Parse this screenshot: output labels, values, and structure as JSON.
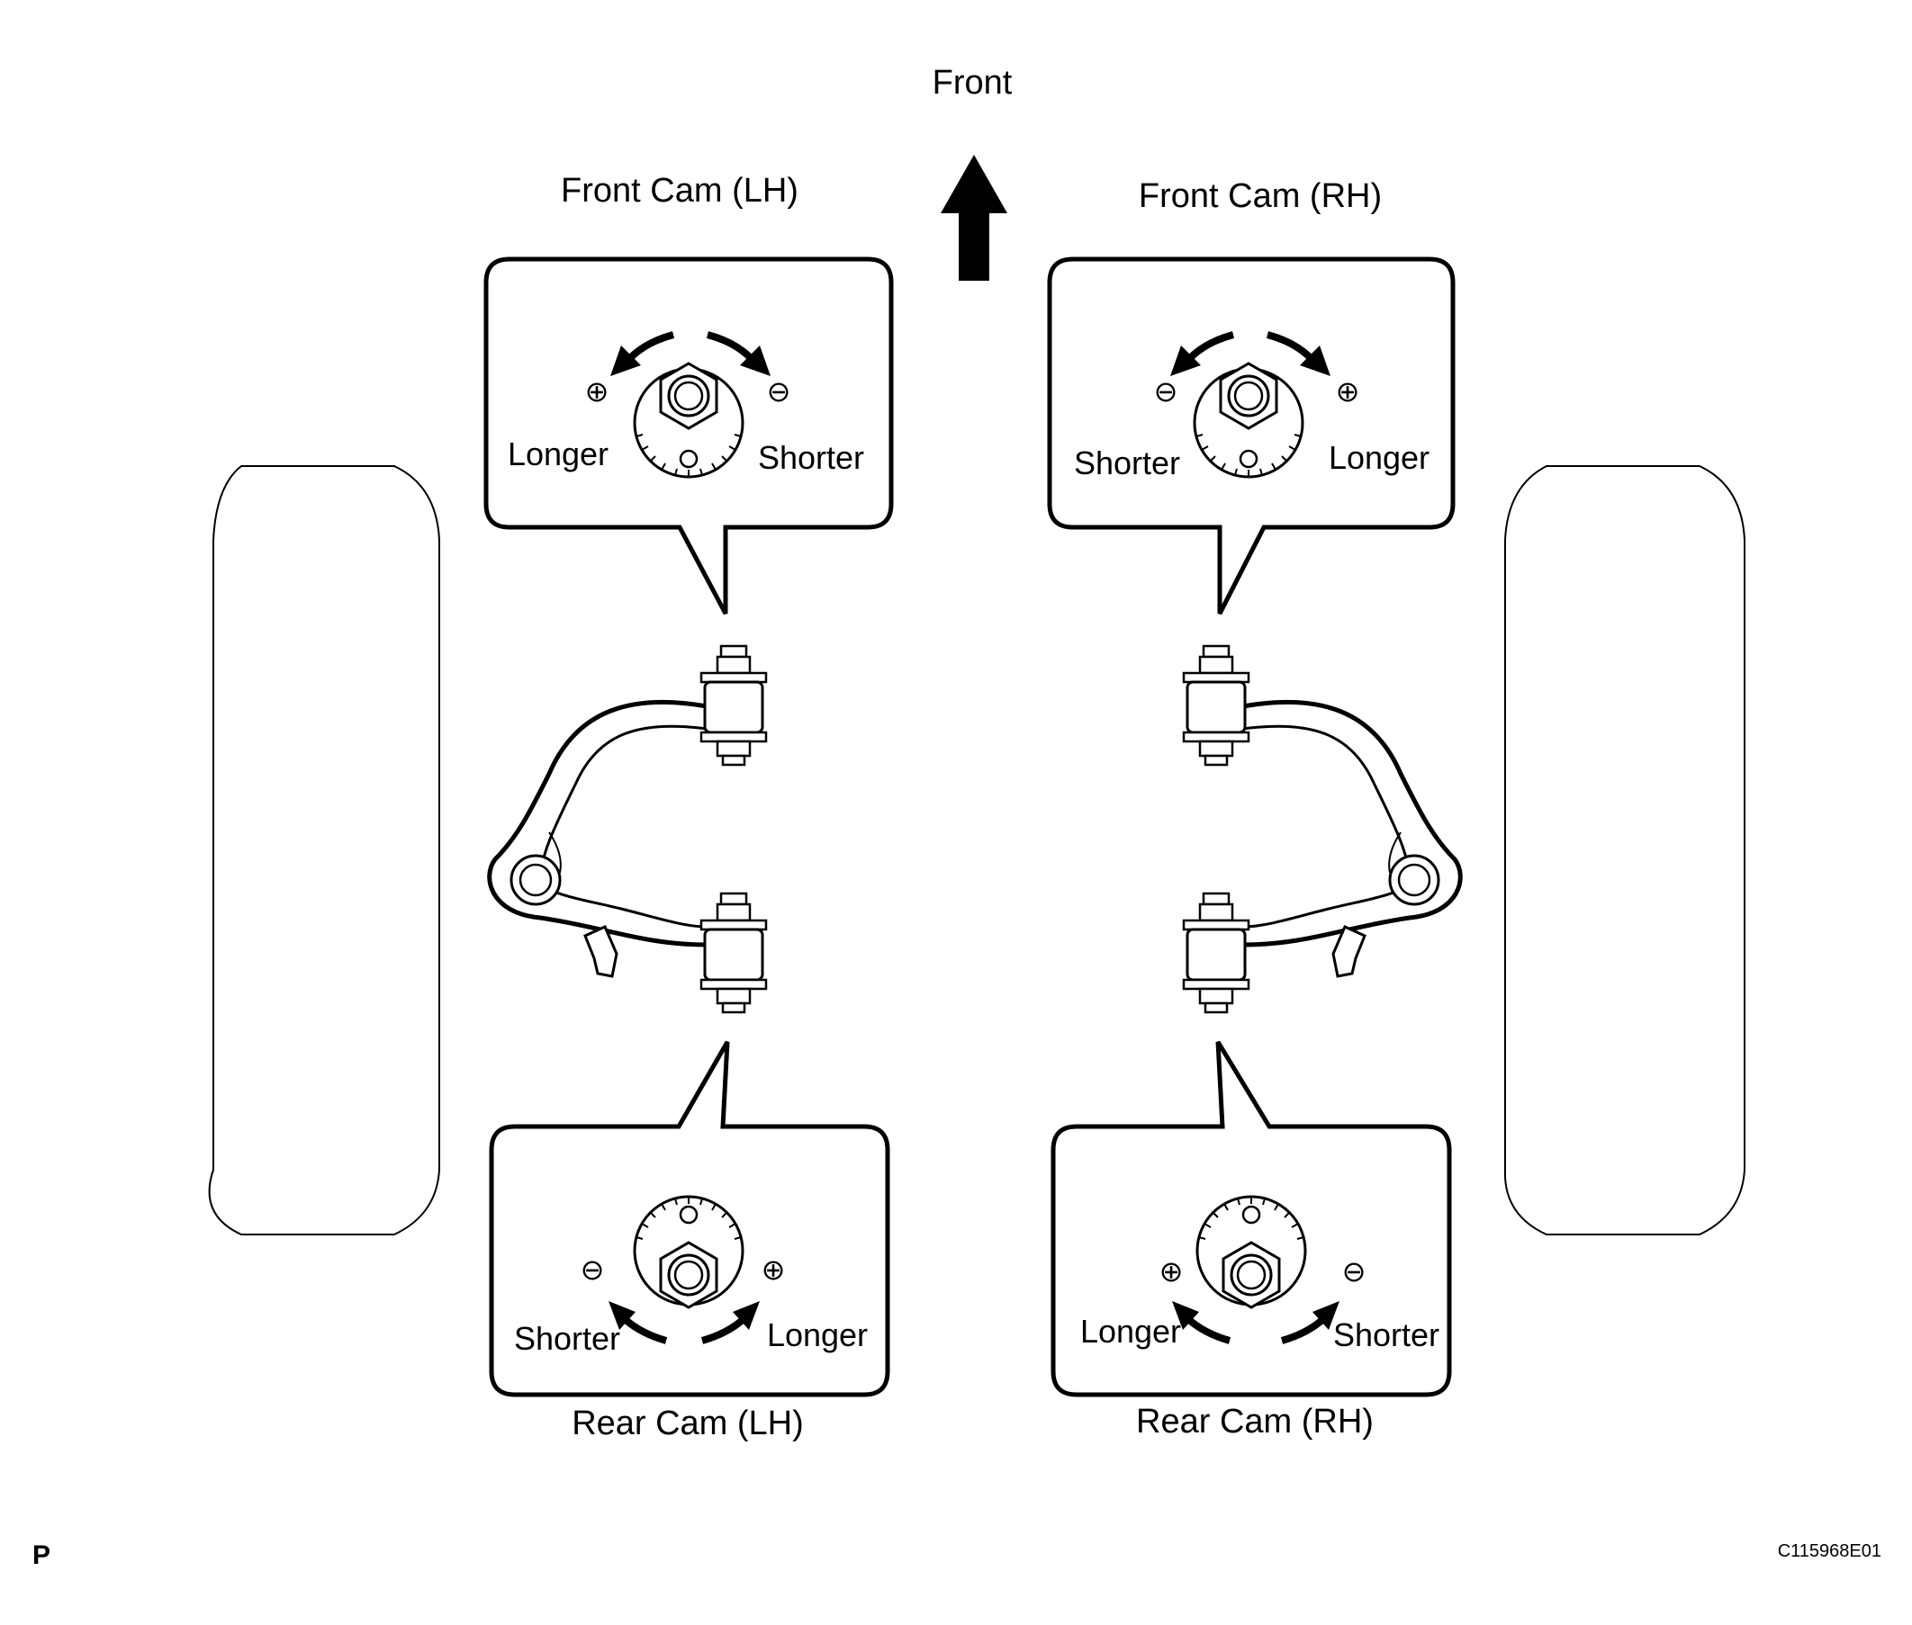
{
  "direction": {
    "label": "Front"
  },
  "front_cam_lh": {
    "title": "Front Cam (LH)",
    "left_sign": "⊕",
    "right_sign": "⊖",
    "left_label": "Longer",
    "right_label": "Shorter"
  },
  "front_cam_rh": {
    "title": "Front Cam (RH)",
    "left_sign": "⊖",
    "right_sign": "⊕",
    "left_label": "Shorter",
    "right_label": "Longer"
  },
  "rear_cam_lh": {
    "title": "Rear Cam (LH)",
    "left_sign": "⊖",
    "right_sign": "⊕",
    "left_label": "Shorter",
    "right_label": "Longer"
  },
  "rear_cam_rh": {
    "title": "Rear Cam (RH)",
    "left_sign": "⊕",
    "right_sign": "⊖",
    "left_label": "Longer",
    "right_label": "Shorter"
  },
  "footer": {
    "left_mark": "P",
    "figure_code": "C115968E01"
  },
  "colors": {
    "line": "#000000",
    "background": "#ffffff"
  }
}
